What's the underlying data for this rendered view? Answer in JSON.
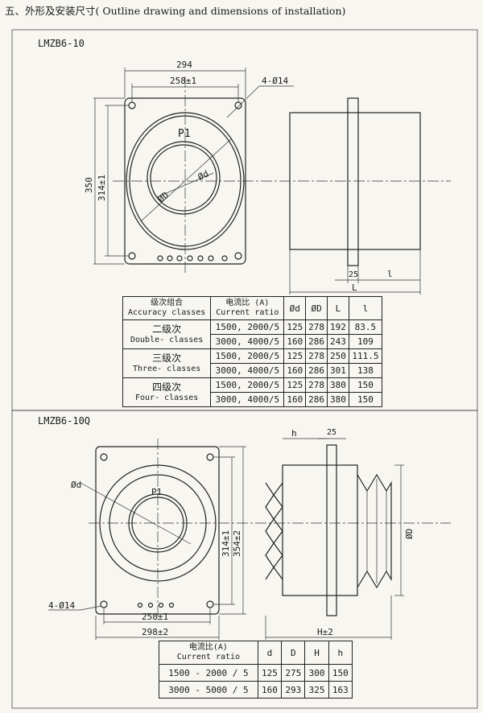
{
  "title": "五、外形及安装尺寸( Outline drawing and dimensions of installation)",
  "section1": {
    "model": "LMZB6-10",
    "dims": {
      "width_outer": "294",
      "width_holes": "258±1",
      "height_outer": "350",
      "height_holes": "314±1",
      "holes": "4-Ø14",
      "terminal": "P1",
      "inner_dia": "Ød",
      "outer_dia": "ØD",
      "flange": "25",
      "l": "l",
      "L": "L"
    },
    "table": {
      "headers": [
        {
          "cn": "级次组合",
          "en": "Accuracy classes"
        },
        {
          "cn": "电流比 (A)",
          "en": "Current ratio"
        },
        {
          "en": "Ød"
        },
        {
          "en": "ØD"
        },
        {
          "en": "L"
        },
        {
          "en": "l"
        }
      ],
      "groups": [
        {
          "cn": "二级次",
          "en": "Double- classes",
          "rows": [
            [
              "1500, 2000/5",
              "125",
              "278",
              "192",
              "83.5"
            ],
            [
              "3000, 4000/5",
              "160",
              "286",
              "243",
              "109"
            ]
          ]
        },
        {
          "cn": "三级次",
          "en": "Three- classes",
          "rows": [
            [
              "1500, 2000/5",
              "125",
              "278",
              "250",
              "111.5"
            ],
            [
              "3000, 4000/5",
              "160",
              "286",
              "301",
              "138"
            ]
          ]
        },
        {
          "cn": "四级次",
          "en": "Four- classes",
          "rows": [
            [
              "1500, 2000/5",
              "125",
              "278",
              "380",
              "150"
            ],
            [
              "3000, 4000/5",
              "160",
              "286",
              "380",
              "150"
            ]
          ]
        }
      ]
    }
  },
  "section2": {
    "model": "LMZB6-10Q",
    "dims": {
      "inner_dia": "Ød",
      "terminal": "P1",
      "holes": "4-Ø14",
      "width_holes": "258±1",
      "width_outer": "298±2",
      "height_holes": "314±1",
      "height_outer": "354±2",
      "h": "h",
      "flange": "25",
      "outer_dia": "ØD",
      "H": "H±2"
    },
    "table": {
      "headers": [
        {
          "cn": "电流比(A)",
          "en": "Current ratio"
        },
        {
          "en": "d"
        },
        {
          "en": "D"
        },
        {
          "en": "H"
        },
        {
          "en": "h"
        }
      ],
      "rows": [
        [
          "1500 - 2000 / 5",
          "125",
          "275",
          "300",
          "150"
        ],
        [
          "3000 - 5000 / 5",
          "160",
          "293",
          "325",
          "163"
        ]
      ]
    }
  }
}
